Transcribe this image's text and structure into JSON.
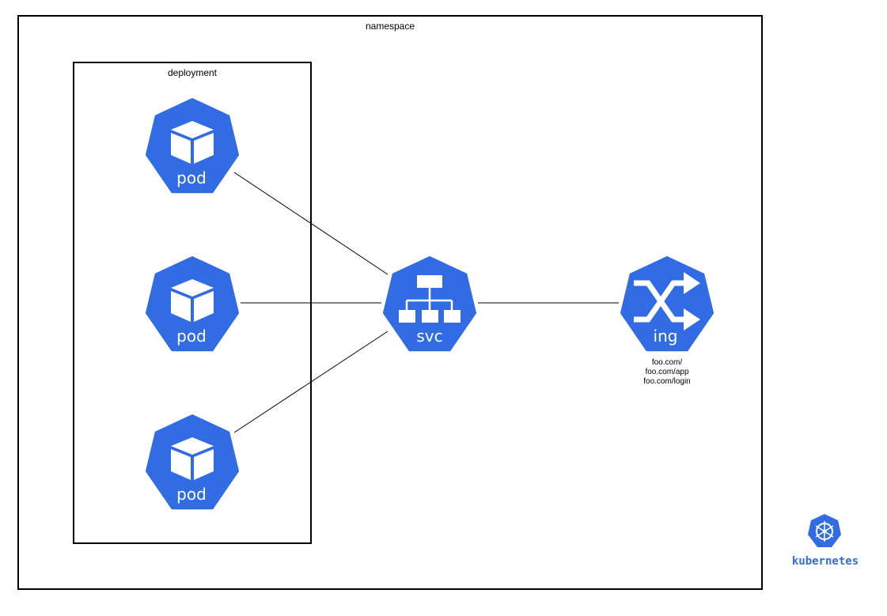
{
  "diagram": {
    "namespace_label": "namespace",
    "deployment_label": "deployment",
    "pods": [
      {
        "label": "pod",
        "icon": "cube-icon"
      },
      {
        "label": "pod",
        "icon": "cube-icon"
      },
      {
        "label": "pod",
        "icon": "cube-icon"
      }
    ],
    "service": {
      "label": "svc",
      "icon": "hierarchy-icon"
    },
    "ingress": {
      "label": "ing",
      "icon": "shuffle-arrows-icon",
      "routes": [
        "foo.com/",
        "foo.com/app",
        "foo.com/login"
      ]
    },
    "logo": {
      "text": "kubernetes",
      "icon": "helm-wheel-icon"
    },
    "colors": {
      "accent": "#326ce5",
      "line": "#000000",
      "background": "#ffffff"
    }
  }
}
